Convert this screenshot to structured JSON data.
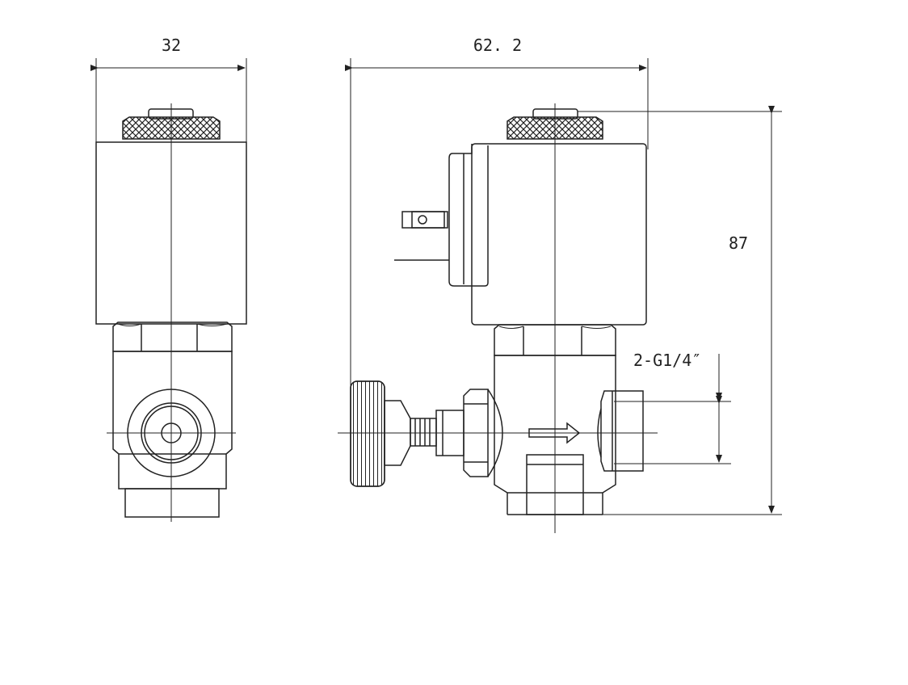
{
  "dimensions": {
    "front_width": "32",
    "side_width": "62. 2",
    "height": "87",
    "port_thread": "2-G1/4″"
  },
  "colors": {
    "line": "#222222",
    "background": "#ffffff"
  }
}
